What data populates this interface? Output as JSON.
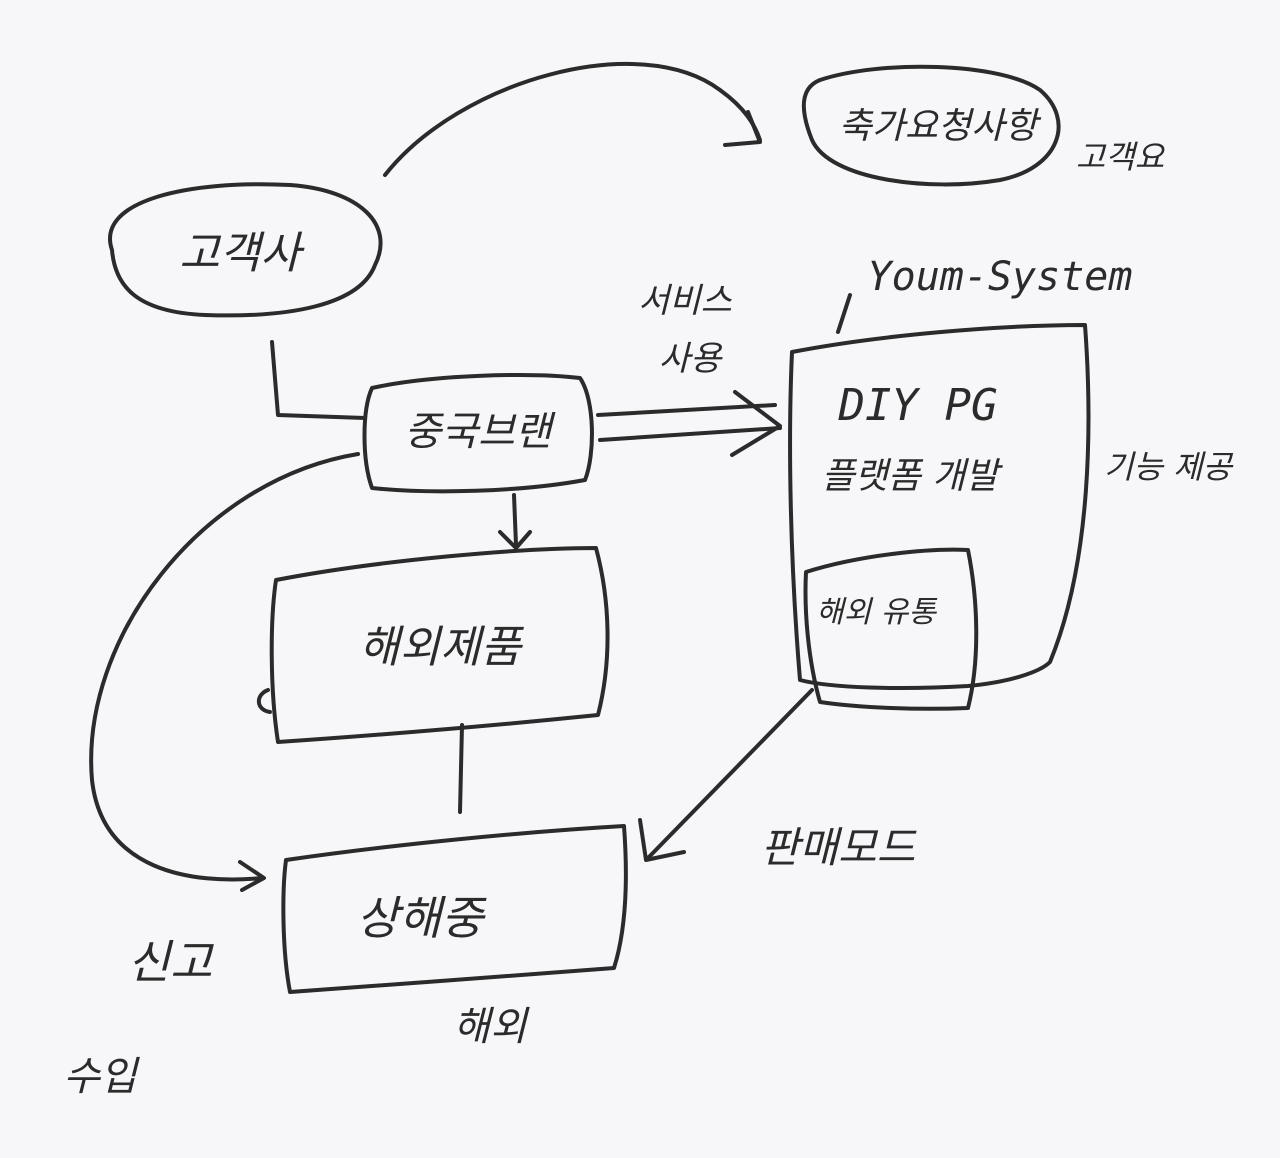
{
  "diagram": {
    "ink_color": "#2b2b2b",
    "background": "#f7f7f9",
    "nodes": {
      "customer": "고객사",
      "reject": "축가요청사항",
      "brand": "중국브랜",
      "kr_cosmetics": "해외제품",
      "sales": "상해중",
      "system": "DIY PG",
      "system_line2": "플랫폼 개발",
      "system_inner": "해외 유통"
    },
    "annotations": {
      "reject_note": "고객요",
      "system_label": "Youm-System",
      "use_label": "사용",
      "use_label_sub": "서비스",
      "feature_label": "기능 제공",
      "sales_mode": "판매모드",
      "sales_sub": "해외",
      "left_note": "신고",
      "left_note_sub": "수입"
    }
  }
}
